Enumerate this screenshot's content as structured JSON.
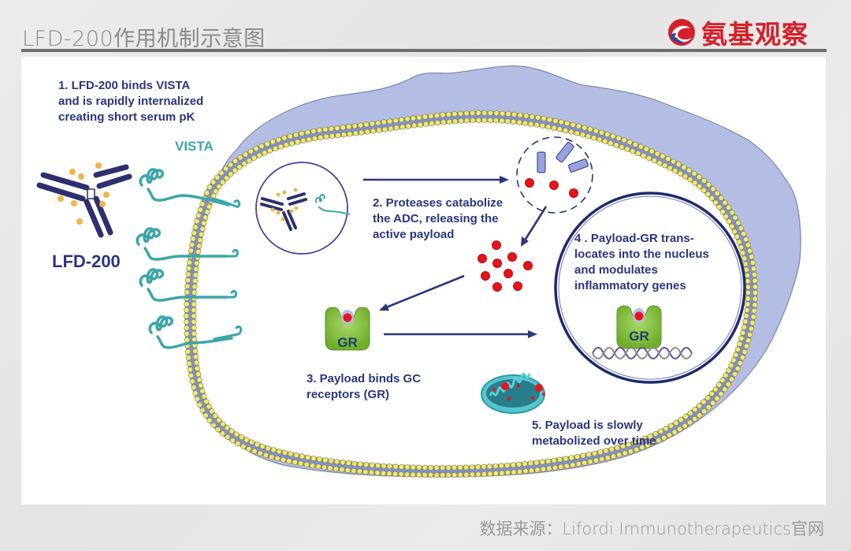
{
  "header": {
    "title": "LFD-200作用机制示意图",
    "logo_text": "氨基观察",
    "logo_icon": "brand-swirl-logo"
  },
  "colors": {
    "title_gray": "#8a8a8a",
    "logo_red": "#d4202a",
    "label_navy": "#2b3580",
    "vista_teal": "#3aa6a8",
    "membrane_yellow": "#f2ea6e",
    "membrane_core": "#7d8fd6",
    "cytoplasm_lavender": "#b4bde3",
    "payload_red": "#e8141c",
    "gr_green": "#8cc63f"
  },
  "diagram": {
    "step1": "1. LFD-200 binds VISTA\nand is rapidly internalized\ncreating short serum pK",
    "vista_label": "VISTA",
    "antibody_label": "LFD-200",
    "step2": "2. Proteases catabolize\nthe ADC, releasing the\nactive payload",
    "step3": "3. Payload binds GC\nreceptors (GR)",
    "step4": "4 . Payload-GR trans-\nlocates into the nucleus\nand modulates\ninflammatory genes",
    "step5": "5. Payload is slowly\nmetabolized over time",
    "gr_label_cytoplasm": "GR",
    "gr_label_nucleus": "GR"
  },
  "footer": {
    "source": "数据来源：Lifordi Immunotherapeutics官网"
  }
}
